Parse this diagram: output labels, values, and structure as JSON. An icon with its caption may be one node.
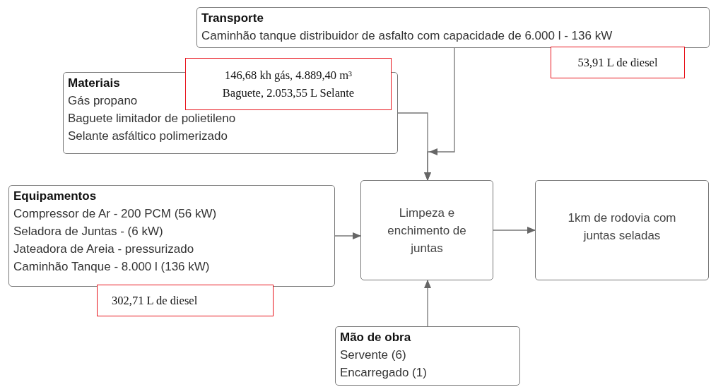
{
  "diagram": {
    "nodes": [
      {
        "text": [
          "Transporte",
          "Caminhão tanque distribuidor de asfalto com capacidade de 6.000 l - 136 kW"
        ]
      },
      {
        "text": [
          "53,91 L de diesel"
        ]
      },
      {
        "text": [
          "Materiais",
          "Gás propano",
          "Baguete limitador de polietileno",
          "Selante asfáltico polimerizado"
        ]
      },
      {
        "text": [
          "146,68 kh gás, 4.889,40 m³",
          "Baguete, 2.053,55 L Selante"
        ]
      },
      {
        "text": [
          "Equipamentos",
          "Compressor de Ar - 200 PCM (56 kW)",
          "Seladora de Juntas - (6 kW)",
          "Jateadora de Areia - pressurizado",
          "Caminhão Tanque - 8.000 l (136 kW)"
        ]
      },
      {
        "text": [
          "302,71 L de diesel"
        ]
      },
      {
        "text": [
          "Limpeza e enchimento de juntas"
        ]
      },
      {
        "text": [
          "1km de rodovia com juntas seladas"
        ]
      },
      {
        "text": [
          "Mão de obra",
          "Servente (6)",
          "Encarregado (1)"
        ]
      }
    ],
    "edges": [
      {
        "from": 0,
        "to": 6,
        "arrow": "to"
      },
      {
        "from": 2,
        "to": 6,
        "arrow": "to"
      },
      {
        "from": 4,
        "to": 6,
        "arrow": "to"
      },
      {
        "from": 6,
        "to": 7,
        "arrow": "to"
      },
      {
        "from": 8,
        "to": 6,
        "arrow": "to"
      }
    ]
  }
}
